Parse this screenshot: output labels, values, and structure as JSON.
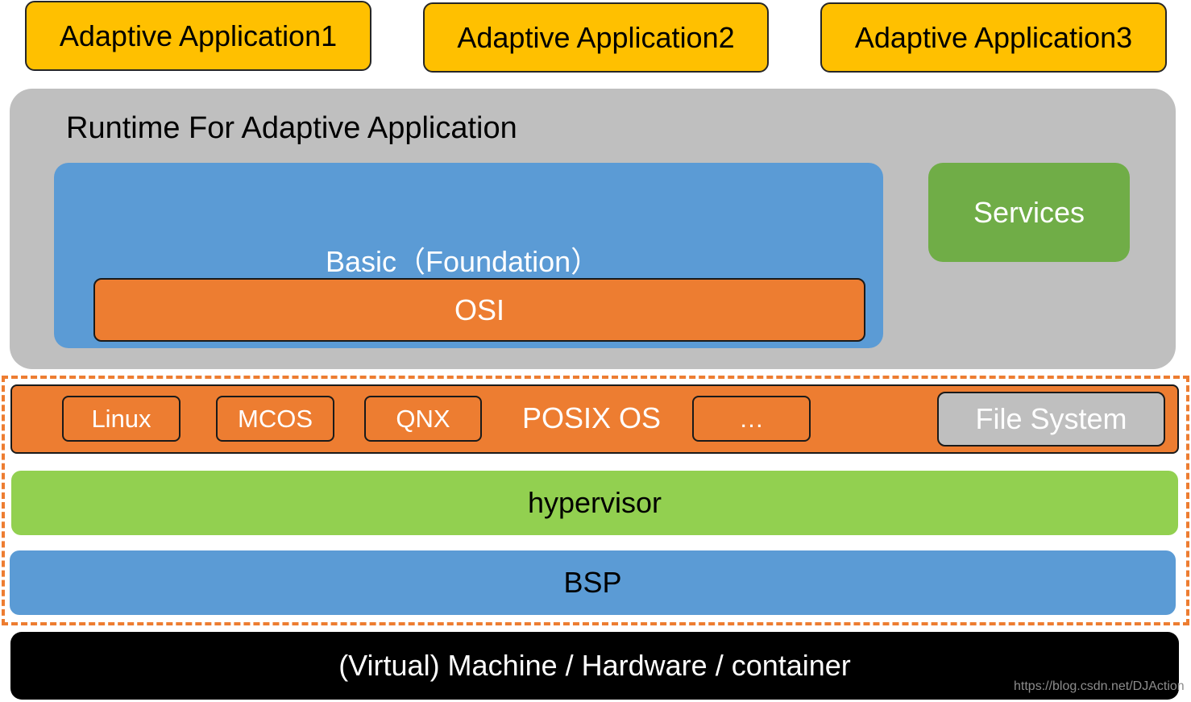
{
  "apps": [
    {
      "label": "Adaptive  Application1"
    },
    {
      "label": "Adaptive  Application2"
    },
    {
      "label": "Adaptive  Application3"
    }
  ],
  "runtime": {
    "title": "Runtime For Adaptive Application",
    "basic_label": "Basic（Foundation）",
    "osi_label": "OSI",
    "services_label": "Services"
  },
  "os_layer": {
    "items": [
      "Linux",
      "MCOS",
      "QNX",
      "…"
    ],
    "posix_label": "POSIX OS",
    "file_system_label": "File System"
  },
  "hypervisor_label": "hypervisor",
  "bsp_label": "BSP",
  "machine_label": "(Virtual) Machine / Hardware / container",
  "watermark": "https://blog.csdn.net/DJAction",
  "colors": {
    "app": "#FFC000",
    "runtime": "#BFBFBF",
    "basic": "#5B9BD5",
    "osi": "#ED7D31",
    "services": "#70AD47",
    "hypervisor": "#92D050",
    "bsp": "#5B9BD5",
    "machine": "#000000",
    "dashed_border": "#ED7D31"
  }
}
